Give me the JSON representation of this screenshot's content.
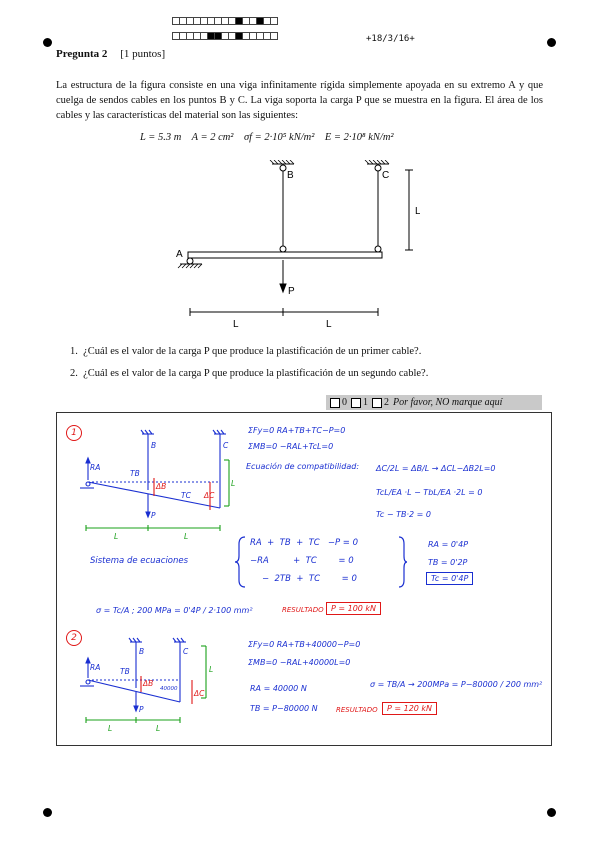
{
  "exam": {
    "code": "+18/3/16+",
    "grid_row1": [
      0,
      0,
      0,
      0,
      0,
      0,
      0,
      0,
      0,
      1,
      0,
      0,
      1,
      0,
      0
    ],
    "grid_row2": [
      0,
      0,
      0,
      0,
      0,
      1,
      1,
      0,
      0,
      1,
      0,
      0,
      0,
      0,
      0
    ]
  },
  "question": {
    "title": "Pregunta 2",
    "points": "[1 puntos]",
    "statement": "La estructura de la figura consiste en una viga infinitamente rígida simplemente apoyada en su extremo A y que cuelga de sendos cables en los puntos B y C. La viga soporta la carga P que se muestra en la figura. El área de los cables y las características del material son las siguientes:",
    "formula": "L = 5.3 m    A = 2 cm²    σf = 2·10⁵ kN/m²    E = 2·10⁸ kN/m²",
    "items": [
      "1.  ¿Cuál es el valor de la carga P que produce la plastificación de un primer cable?.",
      "2.  ¿Cuál es el valor de la carga P que produce la plastificación de un segundo cable?."
    ]
  },
  "figure": {
    "label_A": "A",
    "label_B": "B",
    "label_C": "C",
    "label_P": "P",
    "label_L_vertical": "L",
    "label_L_left": "L",
    "label_L_right": "L"
  },
  "grading": {
    "opt0": "0",
    "opt1": "1",
    "opt2": "2",
    "note": "Por favor, NO marque aquí"
  },
  "handwriting": {
    "part1": {
      "num": "1",
      "eq1": "ΣFy=0   RA+TB+TC−P=0",
      "eq2": "ΣMB=0   −RAL+TcL=0",
      "compat_label": "Ecuación de compatibilidad:",
      "compat1": "ΔC/2L = ΔB/L → ΔCL−ΔB2L=0",
      "compat2": "TcL/EA ·L − TbL/EA ·2L = 0",
      "compat3": "Tc − TB·2 = 0",
      "system_label": "Sistema de ecuaciones",
      "sys1": "RA  +  TB  +  TC   −P = 0",
      "sys2": "−RA         +  TC        = 0",
      "sys3": "−  2TB  +  TC        = 0",
      "sol1": "RA = 0'4P",
      "sol2": "TB = 0'2P",
      "sol3": "Tc = 0'4P",
      "stress": "σ = Tc/A ;  200 MPa = 0'4P / 2·100 mm²",
      "result_label": "RESULTADO",
      "result": "P = 100 kN"
    },
    "part2": {
      "num": "2",
      "eq1": "ΣFy=0   RA+TB+40000−P=0",
      "eq2": "ΣMB=0   −RAL+40000L=0",
      "ra": "RA = 40000 N",
      "tb": "TB = P−80000 N",
      "stress": "σ = TB/A → 200MPa = P−80000 / 200 mm²",
      "tc_label": "40000",
      "result_label": "RESULTADO",
      "result": "P = 120 kN"
    },
    "sketch": {
      "RA": "RA",
      "TB": "TB",
      "TC": "TC",
      "B": "B",
      "C": "C",
      "dB": "ΔB",
      "dC": "ΔC",
      "P": "P",
      "L1": "L",
      "L2": "L",
      "LV": "L"
    }
  }
}
